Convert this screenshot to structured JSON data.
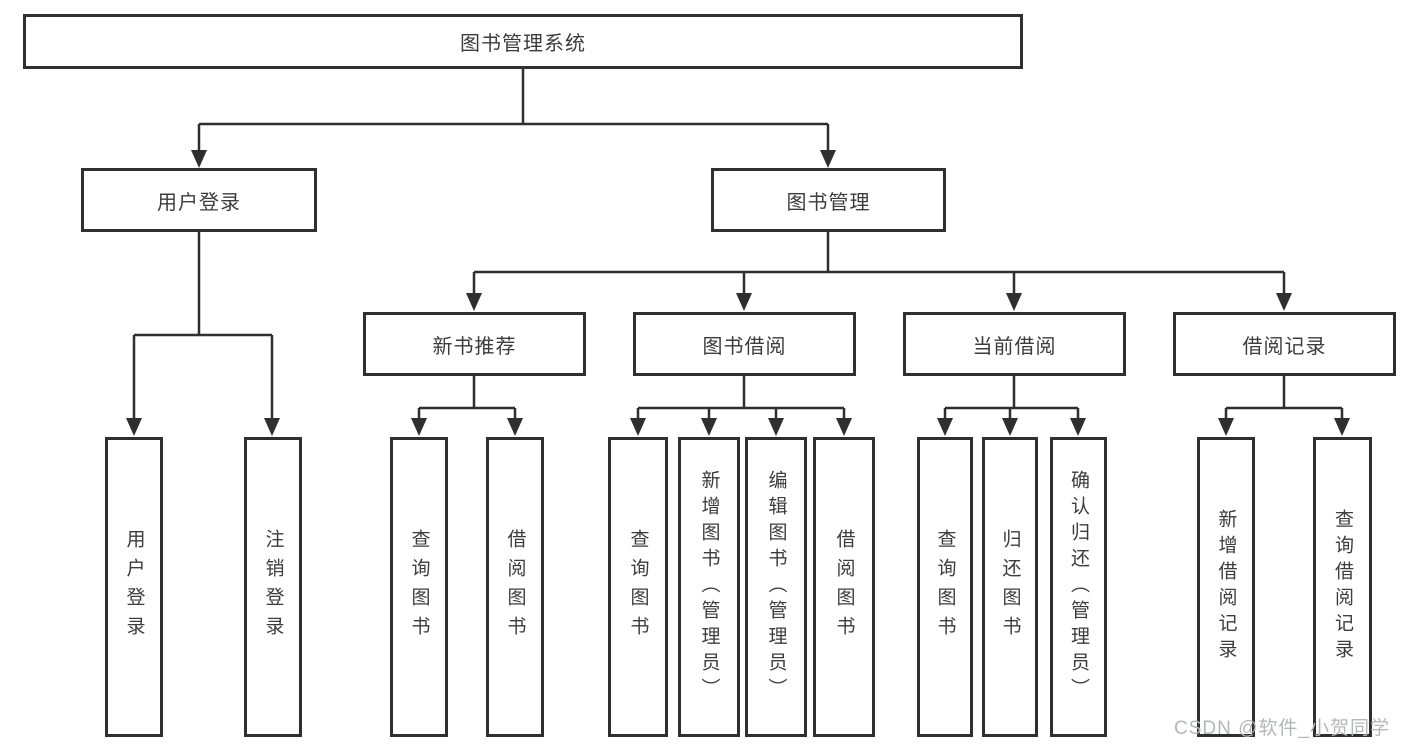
{
  "tree": {
    "root": {
      "label": "图书管理系统",
      "children": [
        {
          "label": "用户登录",
          "children": [
            {
              "label": "用户登录"
            },
            {
              "label": "注销登录"
            }
          ]
        },
        {
          "label": "图书管理",
          "children": [
            {
              "label": "新书推荐",
              "children": [
                {
                  "label": "查询图书"
                },
                {
                  "label": "借阅图书"
                }
              ]
            },
            {
              "label": "图书借阅",
              "children": [
                {
                  "label": "查询图书"
                },
                {
                  "label": "新增图书（管理员）"
                },
                {
                  "label": "编辑图书（管理员）"
                },
                {
                  "label": "借阅图书"
                }
              ]
            },
            {
              "label": "当前借阅",
              "children": [
                {
                  "label": "查询图书"
                },
                {
                  "label": "归还图书"
                },
                {
                  "label": "确认归还（管理员）"
                }
              ]
            },
            {
              "label": "借阅记录",
              "children": [
                {
                  "label": "新增借阅记录"
                },
                {
                  "label": "查询借阅记录"
                }
              ]
            }
          ]
        }
      ]
    }
  },
  "watermark": {
    "text": "CSDN @软件_小贺同学"
  },
  "colors": {
    "line": "#2f2f2f",
    "text": "#3c3c3c",
    "background": "#ffffff",
    "watermark": "#b4b7ba"
  }
}
